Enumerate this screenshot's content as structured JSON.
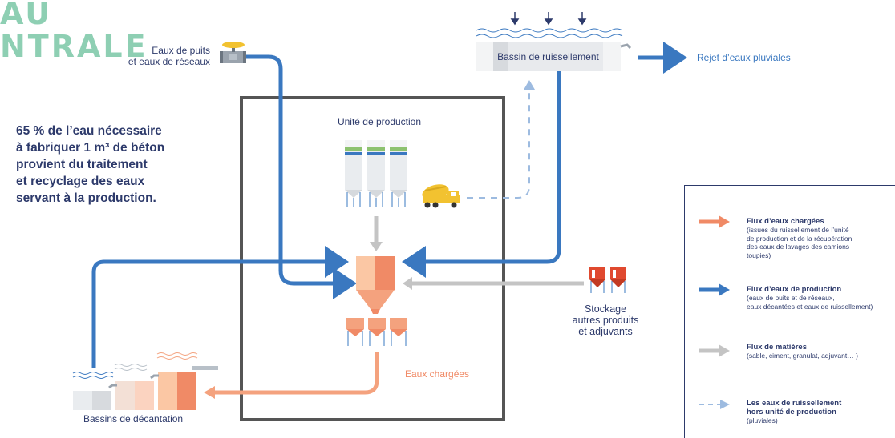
{
  "title": {
    "line1": "AU",
    "line2": "NTRALE"
  },
  "statement": {
    "line1": "65 % de l’eau nécessaire",
    "line2": "à fabriquer 1 m³ de béton",
    "line3": "provient du traitement",
    "line4": "et recyclage des eaux",
    "line5": "servant à la production."
  },
  "labels": {
    "wells": {
      "line1": "Eaux de puits",
      "line2": "et eaux de réseaux"
    },
    "basin": "Bassin de ruissellement",
    "discharge": "Rejet d’eaux pluviales",
    "production_unit": "Unité de production",
    "storage": {
      "line1": "Stockage",
      "line2": "autres produits",
      "line3": "et adjuvants"
    },
    "charged_water": "Eaux chargées",
    "settling": "Bassins de décantation"
  },
  "legend": {
    "items": [
      {
        "title": "Flux d’eaux chargées",
        "desc": [
          "(issues du ruissellement de l’unité",
          "de production et de la récupération",
          "des eaux de lavages des camions",
          "toupies)"
        ],
        "color": "#f08a66",
        "style": "solid-arrow"
      },
      {
        "title": "Flux d’eaux de production",
        "desc": [
          "(eaux de puits et de réseaux,",
          "eaux décantées et eaux de ruissellement)"
        ],
        "color": "#3a78c0",
        "style": "solid-arrow"
      },
      {
        "title": "Flux de matières",
        "desc": [
          "(sable, ciment, granulat, adjuvant… )"
        ],
        "color": "#c4c4c4",
        "style": "solid-arrow"
      },
      {
        "title_lines": [
          "Les eaux de ruissellement",
          "hors unité de production"
        ],
        "desc": [
          "(pluviales)"
        ],
        "color": "#9dbbe0",
        "style": "dashed-arrow"
      }
    ]
  },
  "colors": {
    "title_green": "#8ecfb3",
    "navy": "#2d3a6b",
    "production_water": "#3a78c0",
    "charged_water": "#f08a66",
    "materials": "#c4c4c4",
    "rainwater": "#9dbbe0",
    "frame": "#555555"
  },
  "icons": [
    "valve-icon",
    "silo-icon",
    "concrete-mixer-truck-icon",
    "hopper-icon",
    "rain-arrow-icon",
    "wave-icon",
    "storage-silo-icon"
  ]
}
